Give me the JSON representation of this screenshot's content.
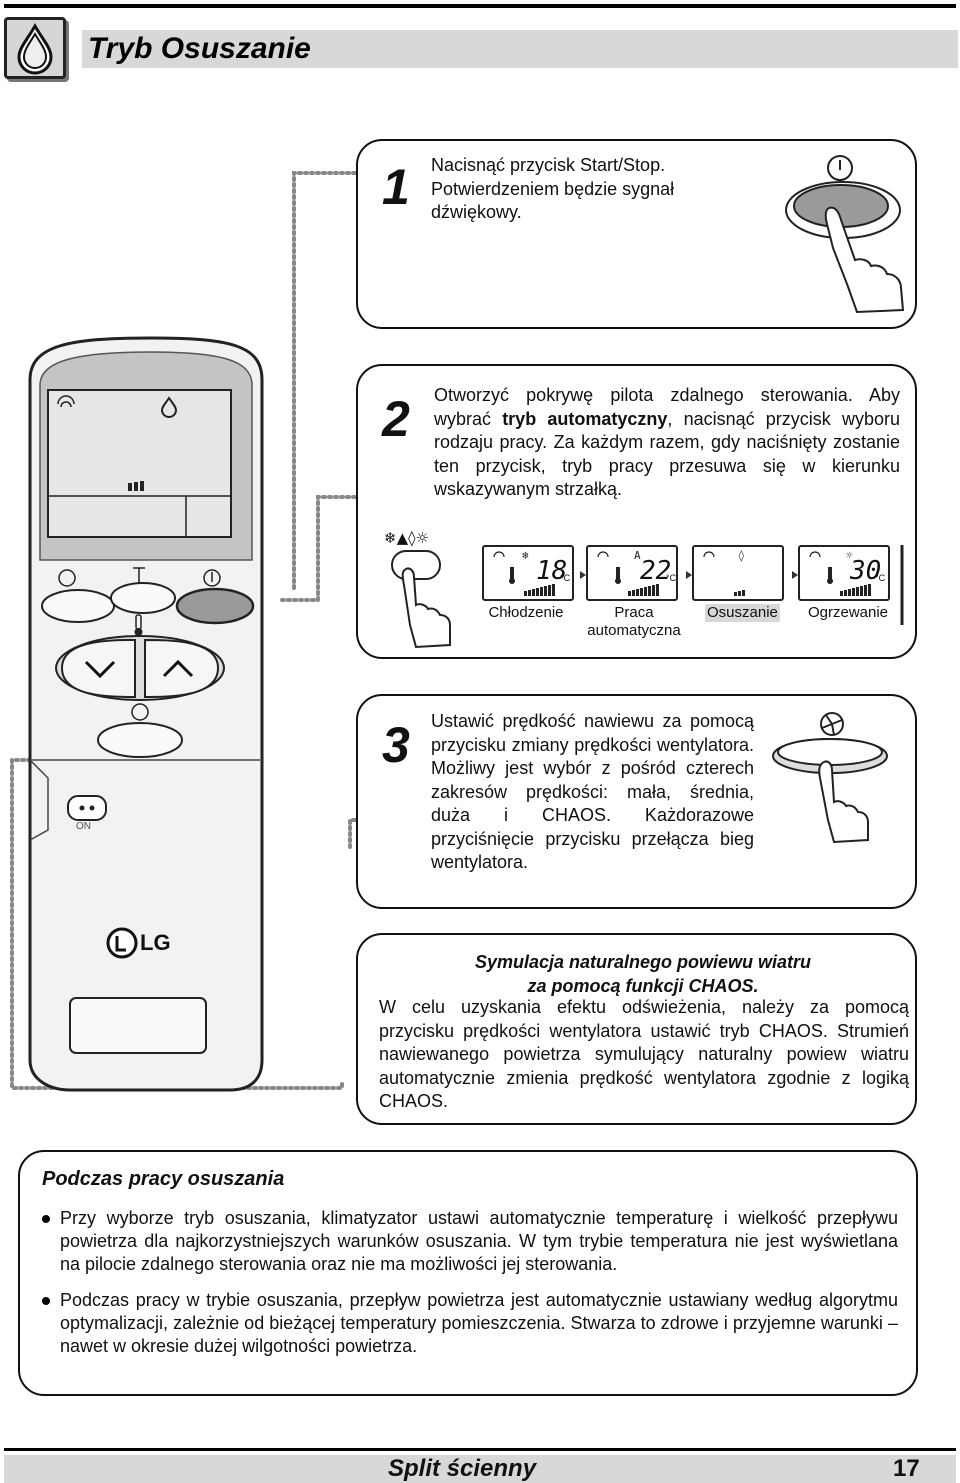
{
  "header": {
    "title": "Tryb Osuszanie",
    "icon": "water-drop-icon"
  },
  "steps": [
    {
      "number": "1",
      "lines": [
        "Nacisnąć przycisk Start/Stop.",
        "Potwierdzeniem będzie sygnał",
        "dźwiękowy."
      ]
    },
    {
      "number": "2",
      "text_before": "Otworzyć pokrywę pilota zdalnego sterowania. Aby wybrać ",
      "text_bold": "tryb automatyczny",
      "text_after": ", nacisnąć przycisk wyboru rodzaju pracy. Za każdym razem, gdy naciśnięty zostanie ten przycisk, tryb pracy przesuwa się w kierunku wskazywanym strzałką."
    },
    {
      "number": "3",
      "text": "Ustawić prędkość nawiewu za pomocą przycisku zmiany prędkości wentylatora. Możliwy jest wybór z pośród czterech zakresów prędkości: mała, średnia, duża i CHAOS. Każdorazowe przyciśnięcie przycisku przełącza bieg wentylatora."
    }
  ],
  "modes": [
    {
      "label": "Chłodzenie",
      "temp": "18"
    },
    {
      "label": "Praca automatyczna",
      "temp": "22"
    },
    {
      "label": "Osuszanie",
      "temp": ""
    },
    {
      "label": "Ogrzewanie",
      "temp": "30"
    }
  ],
  "temp_unit": "°C",
  "remote": {
    "brand": "LG",
    "cover_label": "ON"
  },
  "chaos": {
    "title_line1": "Symulacja naturalnego powiewu wiatru",
    "title_line2": "za pomocą funkcji CHAOS.",
    "body": "W celu uzyskania efektu odświeżenia, należy za pomocą przycisku prędkości wentylatora ustawić tryb CHAOS. Strumień nawiewanego powietrza symulujący naturalny powiew wiatru automatycznie zmienia prędkość wentylatora zgodnie z logiką CHAOS."
  },
  "info": {
    "title": "Podczas pracy osuszania",
    "bullets": [
      "Przy wyborze tryb osuszania, klimatyzator ustawi automatycznie temperaturę i wielkość przepływu powietrza dla najkorzystniejszych warunków osuszania. W tym trybie temperatura nie jest wyświetlana na pilocie zdalnego sterowania oraz nie ma możliwości jej sterowania.",
      "Podczas pracy w trybie osuszania, przepływ powietrza jest automatycznie ustawiany według algorytmu optymalizacji, zależnie od bieżącej temperatury pomieszczenia. Stwarza to zdrowe i przyjemne warunki – nawet w okresie dużej wilgotności powietrza."
    ]
  },
  "footer": {
    "title": "Split ścienny",
    "page": "17"
  }
}
